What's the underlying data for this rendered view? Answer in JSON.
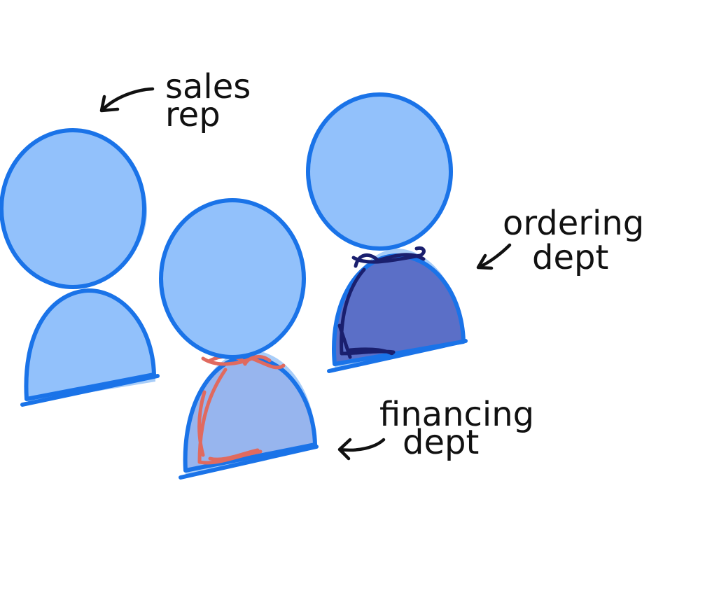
{
  "colors": {
    "background": "#ffffff",
    "person_fill": "#92c1fb",
    "person_stroke": "#1a73e8",
    "person_shadow": "#a8cdf8",
    "ordering_body": "#5b6fc7",
    "ordering_scribble": "#1a1f6e",
    "financing_body": "#97b5ee",
    "financing_scribble": "#e06a5f",
    "ink": "#111111"
  },
  "people": [
    {
      "role": "sales-rep",
      "body_style": "plain"
    },
    {
      "role": "financing-dept",
      "body_style": "financing"
    },
    {
      "role": "ordering-dept",
      "body_style": "ordering"
    }
  ],
  "labels": {
    "sales_rep": {
      "line1": "sales",
      "line2": "rep"
    },
    "ordering_dept": {
      "line1": "ordering",
      "line2": "dept"
    },
    "financing_dept": {
      "line1": "financing",
      "line2": "dept"
    }
  }
}
